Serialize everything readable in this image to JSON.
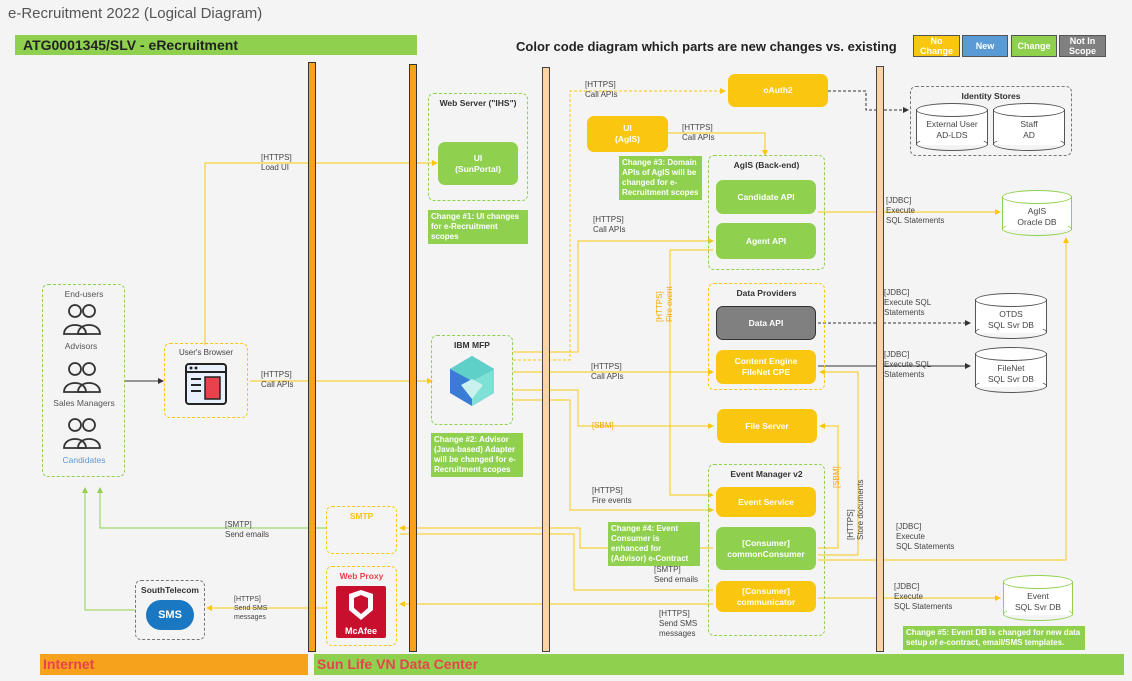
{
  "page_title": "e-Recruitment 2022 (Logical Diagram)",
  "banner_title": "ATG0001345/SLV - eRecruitment",
  "legend": {
    "label": "Color code diagram which parts are new changes vs. existing",
    "no_change": "No Change",
    "new": "New",
    "change": "Change",
    "not_in_scope": "Not In Scope"
  },
  "colors": {
    "orange": "#f7a21c",
    "yellow": "#fac710",
    "green": "#8fd14f",
    "blue": "#5b9bd5",
    "grey": "#808080"
  },
  "actors": {
    "end_users": "End-users",
    "advisors": "Advisors",
    "sales_managers": "Sales Managers",
    "candidates": "Candidates",
    "user_browser": "User's Browser"
  },
  "web_server": {
    "title": "Web Server (\"IHS\")",
    "ui": "UI\n(SunPortal)"
  },
  "ibm_mfp": {
    "title": "IBM MFP"
  },
  "smtp": {
    "title": "SMTP"
  },
  "web_proxy": {
    "title": "Web Proxy",
    "vendor": "McAfee"
  },
  "south_telecom": {
    "title": "SouthTelecom",
    "sms": "SMS"
  },
  "ui_agis": "UI\n(AgIS)",
  "oauth2": "oAuth2",
  "identity_stores": {
    "title": "Identity Stores",
    "ext_user": "External User\nAD-LDS",
    "staff": "Staff\nAD"
  },
  "agis": {
    "title": "AgIS (Back-end)",
    "candidate_api": "Candidate API",
    "agent_api": "Agent API"
  },
  "data_providers": {
    "title": "Data Providers",
    "data_api": "Data API",
    "content_engine": "Content Engine\nFileNet CPE"
  },
  "file_server": "File Server",
  "event_manager": {
    "title": "Event Manager v2",
    "event_service": "Event Service",
    "common_consumer": "[Consumer]\ncommonConsumer",
    "communicator": "[Consumer]\ncommunicator"
  },
  "databases": {
    "agis_db": "AgIS\nOracle DB",
    "otds_db": "OTDS\nSQL Svr DB",
    "filenet_db": "FileNet\nSQL Svr DB",
    "event_db": "Event\nSQL Svr DB"
  },
  "notes": {
    "change1": "Change #1: UI changes for e-Recruitment scopes",
    "change2": "Change #2: Advisor (Java-based) Adapter will be changed for e-Recruitment scopes",
    "change3": "Change #3: Domain APIs of AgIS will be changed for e-Recruitment scopes",
    "change4": "Change #4: Event Consumer is enhanced for (Advisor) e-Contract",
    "change5": "Change #5: Event DB is changed for new data setup of e-contract, email/SMS templates."
  },
  "conn_labels": {
    "https_load_ui": "[HTTPS]\nLoad UI",
    "https_call_apis_browser": "[HTTPS]\nCall APIs",
    "https_call_apis_oauth": "[HTTPS]\nCall APIs",
    "https_call_apis_uiagis": "[HTTPS]\nCall APIs",
    "https_call_apis_agent": "[HTTPS]\nCall APIs",
    "https_call_apis_ce": "[HTTPS]\nCall APIs",
    "sbm1": "[SBM]",
    "https_fire_events": "[HTTPS]\nFire events",
    "https_fire_event_v": "[HTTPS]\nFire event",
    "sbm2": "[SBM]",
    "https_store_docs": "[HTTPS]\nStore documents",
    "jdbc_agis": "[JDBC]\nExecute\nSQL Statements",
    "jdbc_otds": "[JDBC]\nExecute SQL\nStatements",
    "jdbc_filenet": "[JDBC]\nExecute SQL\nStatements",
    "jdbc_common": "[JDBC]\nExecute\nSQL Statements",
    "jdbc_event": "[JDBC]\nExecute\nSQL Statements",
    "smtp_send": "[SMTP]\nSend emails",
    "smtp_send2": "[SMTP]\nSend emails",
    "https_sms": "[HTTPS]\nSend SMS\nmessages",
    "https_sms2": "[HTTPS]\nSend SMS\nmessages"
  },
  "zones": {
    "internet": "Internet",
    "datacenter": "Sun Life VN Data Center"
  }
}
